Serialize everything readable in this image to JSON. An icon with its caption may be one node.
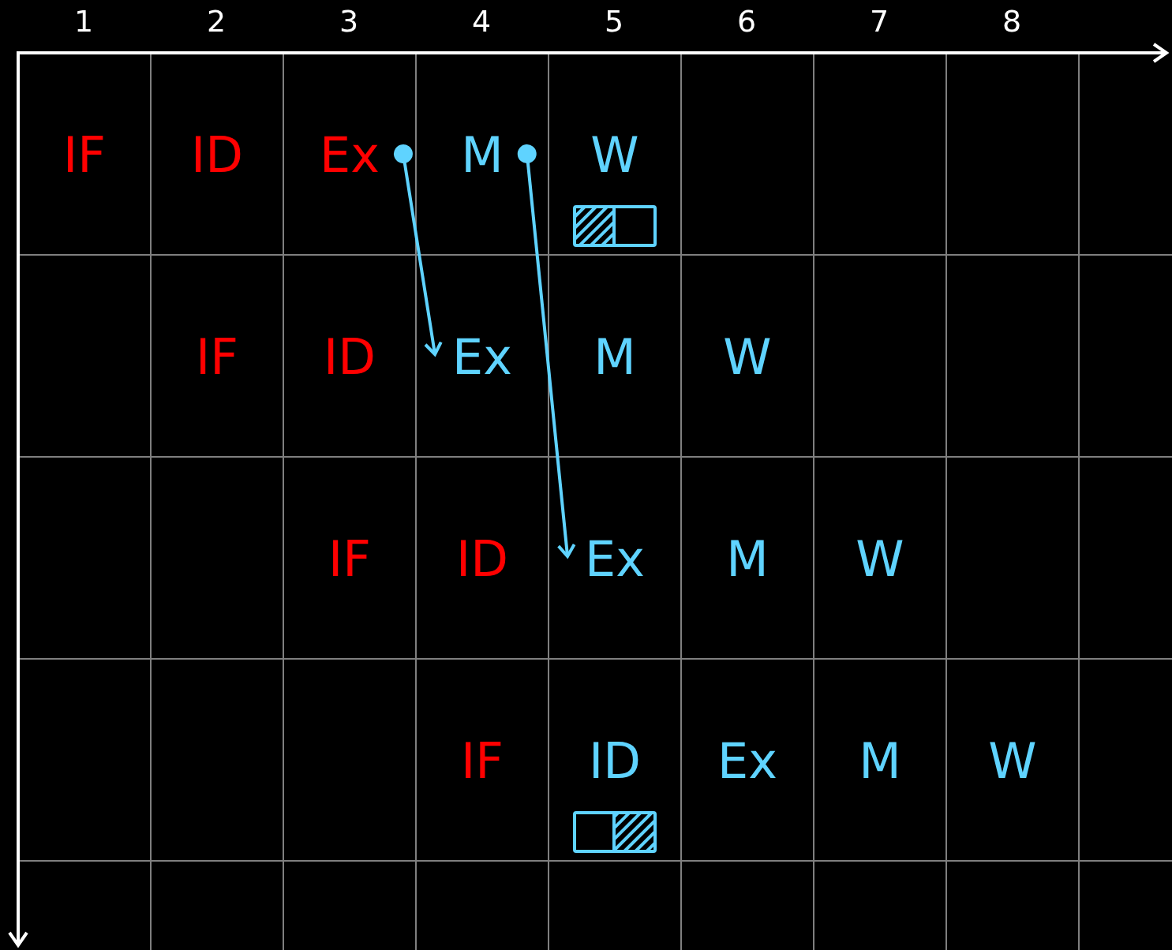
{
  "diagram": {
    "nodes": [
      {
        "text": [
          "IF"
        ]
      },
      {
        "text": [
          "ID"
        ]
      },
      {
        "text": [
          "Ex"
        ]
      },
      {
        "text": [
          "M"
        ]
      },
      {
        "text": [
          "W"
        ]
      },
      {
        "text": [
          "IF"
        ]
      },
      {
        "text": [
          "ID"
        ]
      },
      {
        "text": [
          "Ex"
        ]
      },
      {
        "text": [
          "M"
        ]
      },
      {
        "text": [
          "W"
        ]
      },
      {
        "text": [
          "IF"
        ]
      },
      {
        "text": [
          "ID"
        ]
      },
      {
        "text": [
          "Ex"
        ]
      },
      {
        "text": [
          "M"
        ]
      },
      {
        "text": [
          "W"
        ]
      },
      {
        "text": [
          "IF"
        ]
      },
      {
        "text": [
          "ID"
        ]
      },
      {
        "text": [
          "Ex"
        ]
      },
      {
        "text": [
          "M"
        ]
      },
      {
        "text": [
          "W"
        ]
      }
    ],
    "edges": [
      {
        "from": 2,
        "to": 7,
        "arrow": "to"
      },
      {
        "from": 3,
        "to": 12,
        "arrow": "to"
      }
    ],
    "labels": [
      "1",
      "2",
      "3",
      "4",
      "5",
      "6",
      "7",
      "8"
    ]
  }
}
